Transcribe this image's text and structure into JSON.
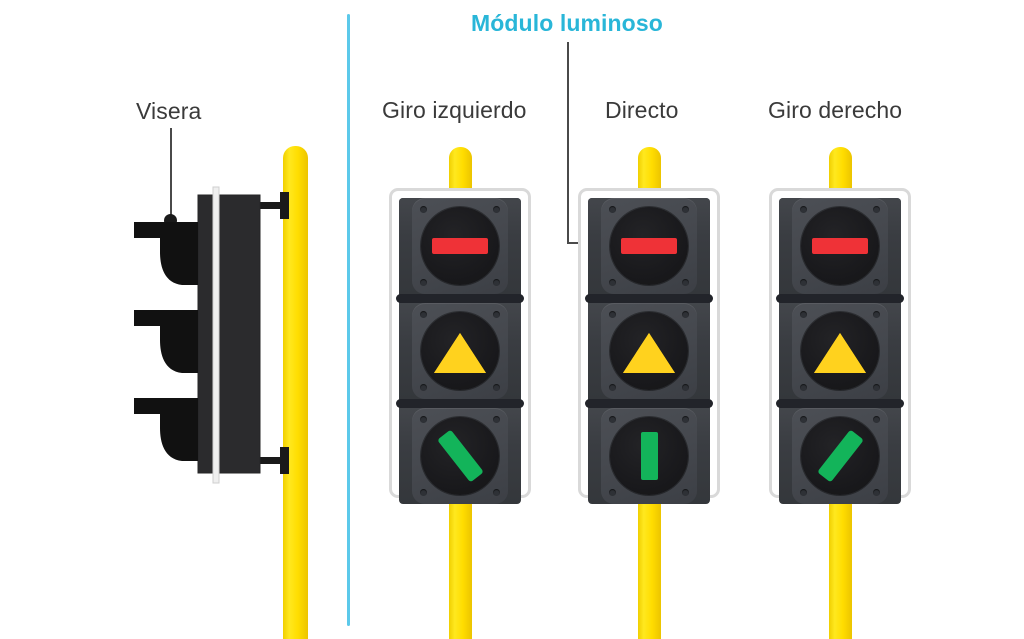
{
  "diagram": {
    "title_callout": "Módulo luminoso",
    "accent_color": "#29b6d8",
    "divider_color": "#5cc9ea",
    "background": "#ffffff"
  },
  "callouts": [
    {
      "id": "visera",
      "label": "Visera",
      "color": "#3a3a3a"
    },
    {
      "id": "modulo-luminoso",
      "label": "Módulo luminoso",
      "color": "#29b6d8"
    }
  ],
  "side_view": {
    "name": "traffic-light-side-profile",
    "pole_color": "#ffdd00",
    "housing_color": "#2b2b2b",
    "visor_count": 3
  },
  "traffic_lights": [
    {
      "label": "Giro izquierdo",
      "pole_color": "#ffdd00",
      "modules": [
        {
          "name": "red-module",
          "indicator": "horizontal-bar",
          "color": "#ef3237"
        },
        {
          "name": "amber-module",
          "indicator": "triangle-up",
          "color": "#ffd21e"
        },
        {
          "name": "green-module",
          "indicator": "left-diagonal-arrow",
          "color": "#13b45a"
        }
      ]
    },
    {
      "label": "Directo",
      "pole_color": "#ffdd00",
      "modules": [
        {
          "name": "red-module",
          "indicator": "horizontal-bar",
          "color": "#ef3237"
        },
        {
          "name": "amber-module",
          "indicator": "triangle-up",
          "color": "#ffd21e"
        },
        {
          "name": "green-module",
          "indicator": "vertical-bar",
          "color": "#13b45a"
        }
      ]
    },
    {
      "label": "Giro derecho",
      "pole_color": "#ffdd00",
      "modules": [
        {
          "name": "red-module",
          "indicator": "horizontal-bar",
          "color": "#ef3237"
        },
        {
          "name": "amber-module",
          "indicator": "triangle-up",
          "color": "#ffd21e"
        },
        {
          "name": "green-module",
          "indicator": "right-diagonal-arrow",
          "color": "#13b45a"
        }
      ]
    }
  ]
}
